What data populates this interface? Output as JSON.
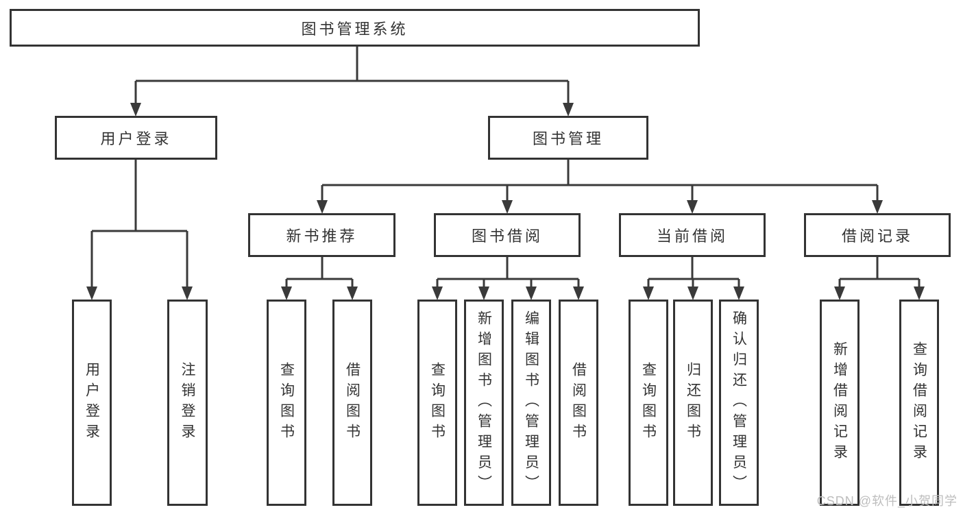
{
  "diagram": {
    "root": "图书管理系统",
    "user_branch": {
      "label": "用户登录",
      "children": [
        "用户登录",
        "注销登录"
      ]
    },
    "book_branch": {
      "label": "图书管理",
      "sections": [
        {
          "label": "新书推荐",
          "children": [
            "查询图书",
            "借阅图书"
          ]
        },
        {
          "label": "图书借阅",
          "children": [
            "查询图书",
            "新增图书（管理员）",
            "编辑图书（管理员）",
            "借阅图书"
          ]
        },
        {
          "label": "当前借阅",
          "children": [
            "查询图书",
            "归还图书",
            "确认归还（管理员）"
          ]
        },
        {
          "label": "借阅记录",
          "children": [
            "新增借阅记录",
            "查询借阅记录"
          ]
        }
      ]
    }
  },
  "watermark": "CSDN @软件_小贺同学",
  "colors": {
    "line": "#3a3a3a",
    "box_border": "#333333",
    "text": "#333333",
    "background": "#ffffff",
    "watermark": "#bdbdbd"
  }
}
